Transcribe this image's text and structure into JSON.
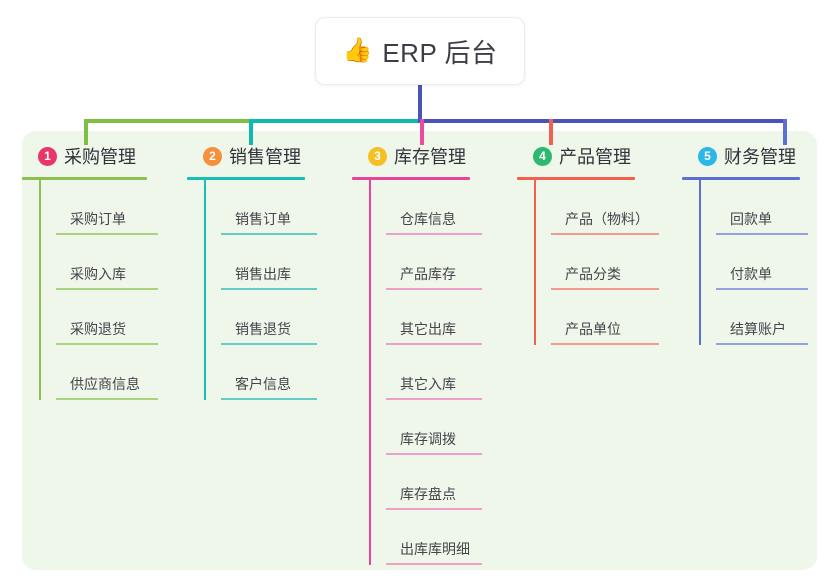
{
  "diagram": {
    "type": "org-tree",
    "root": {
      "icon": "thumbs-up-icon",
      "icon_glyph": "👍",
      "title": "ERP 后台"
    },
    "panel_color": "#eef7e9",
    "root_connector_color": "#4a54b8",
    "columns": [
      {
        "number": "1",
        "title": "采购管理",
        "badge_color": "#e8356a",
        "line_color": "#8cc152",
        "item_line_color": "#a9d37d",
        "bus_color": "#7fbf43",
        "drop_color": "#7fbf43",
        "items": [
          "采购订单",
          "采购入库",
          "采购退货",
          "供应商信息"
        ]
      },
      {
        "number": "2",
        "title": "销售管理",
        "badge_color": "#f5903c",
        "line_color": "#17bfb4",
        "item_line_color": "#68ccc6",
        "bus_color": "#0fb9ad",
        "drop_color": "#0fb9ad",
        "items": [
          "销售订单",
          "销售出库",
          "销售退货",
          "客户信息"
        ]
      },
      {
        "number": "3",
        "title": "库存管理",
        "badge_color": "#f5c026",
        "line_color": "#e8459a",
        "item_line_color": "#eea0c8",
        "bus_color": "#4a54b8",
        "drop_color": "#ea4b9c",
        "items": [
          "仓库信息",
          "产品库存",
          "其它出库",
          "其它入库",
          "库存调拨",
          "库存盘点",
          "出库库明细"
        ]
      },
      {
        "number": "4",
        "title": "产品管理",
        "badge_color": "#2eb872",
        "line_color": "#f4604f",
        "item_line_color": "#f29a8e",
        "bus_color": "#4a54b8",
        "drop_color": "#f4604f",
        "items": [
          "产品（物料）",
          "产品分类",
          "产品单位"
        ]
      },
      {
        "number": "5",
        "title": "财务管理",
        "badge_color": "#2eb6e8",
        "line_color": "#5b6fd4",
        "item_line_color": "#93a3e0",
        "bus_color": "#4a54b8",
        "drop_color": "#5b6fd4",
        "items": [
          "回款单",
          "付款单",
          "结算账户"
        ]
      }
    ]
  }
}
